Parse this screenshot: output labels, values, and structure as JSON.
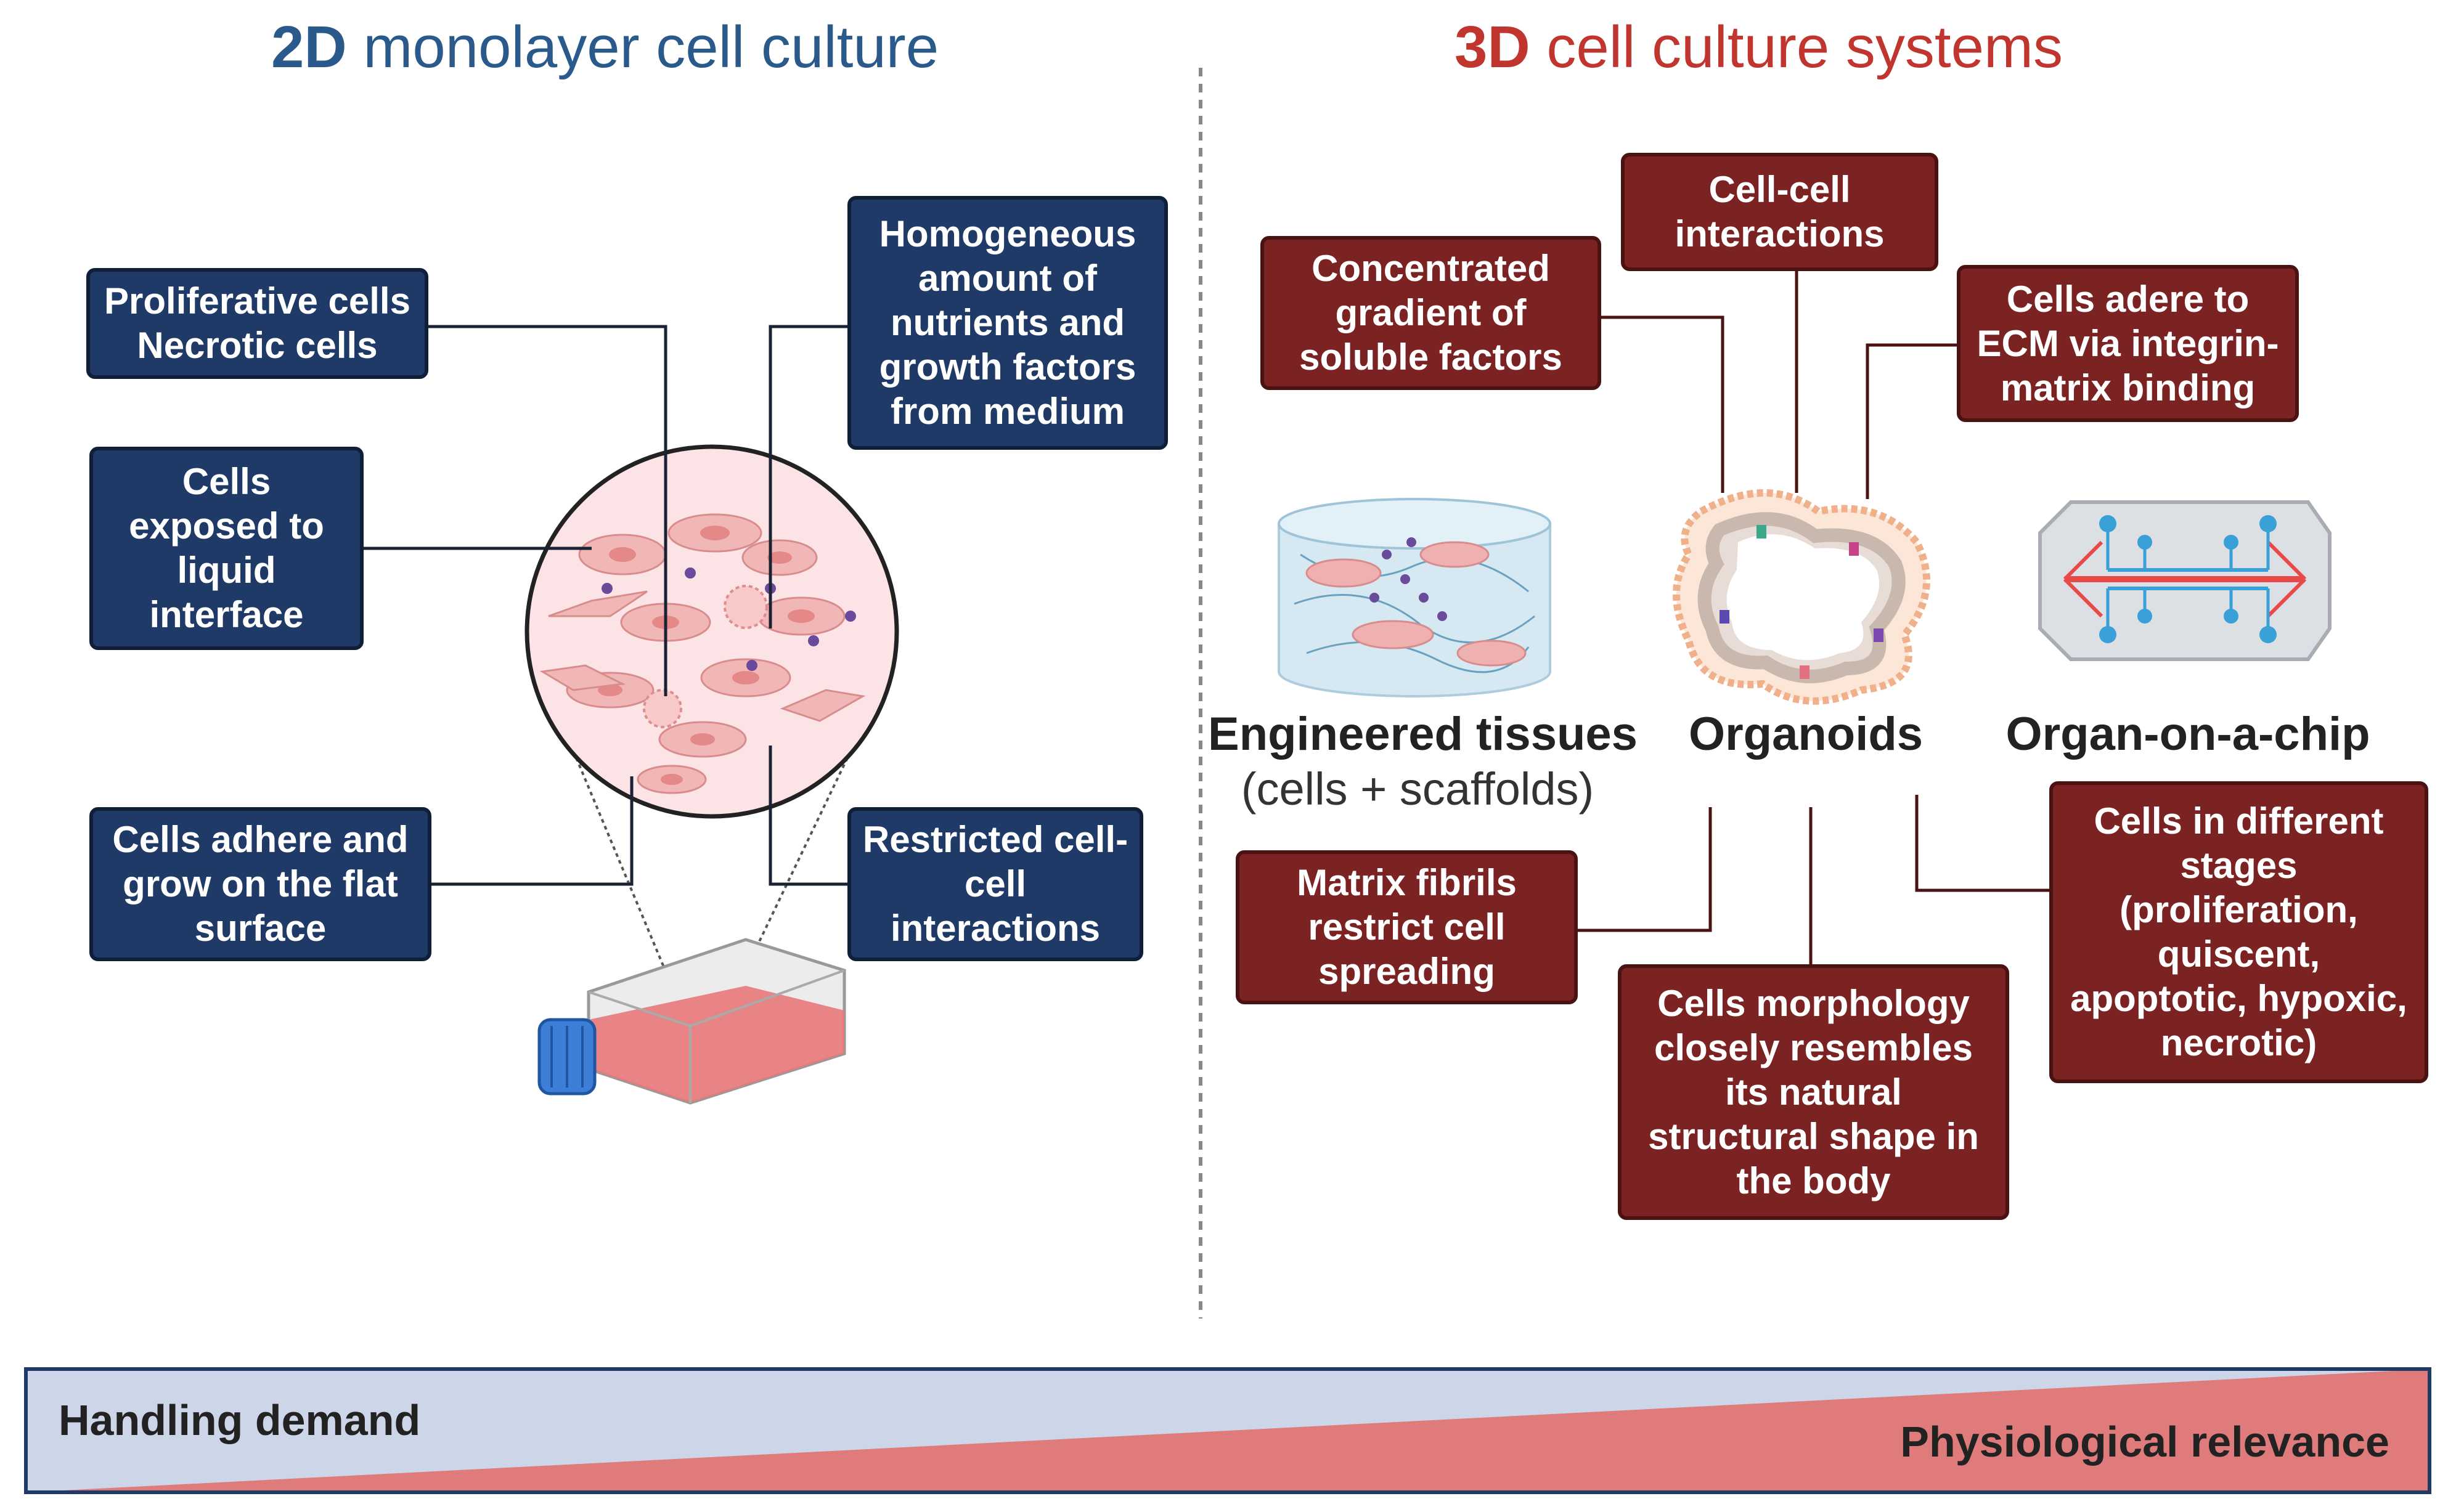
{
  "titles": {
    "left_bold": "2D",
    "left_rest": " monolayer cell culture",
    "right_bold": "3D",
    "right_rest": " cell culture systems"
  },
  "colors": {
    "left_title": "#2a5a8c",
    "right_title": "#c0352e",
    "blue_box": "#1f3a66",
    "red_box": "#7b2323",
    "handling_fill": "#cdd5e8",
    "relevance_fill": "#e07b7b"
  },
  "left_boxes": {
    "proliferative": [
      "Proliferative cells",
      "Necrotic cells"
    ],
    "exposed": [
      "Cells",
      "exposed to",
      "liquid",
      "interface"
    ],
    "adhere": [
      "Cells adhere and",
      "grow on the flat",
      "surface"
    ],
    "homogeneous": [
      "Homogeneous",
      "amount of",
      "nutrients and",
      "growth factors",
      "from medium"
    ],
    "restricted": [
      "Restricted cell-",
      "cell",
      "interactions"
    ]
  },
  "right_boxes": {
    "concentrated": [
      "Concentrated",
      "gradient of",
      "soluble factors"
    ],
    "cellcell": [
      "Cell-cell",
      "interactions"
    ],
    "ecm": [
      "Cells adere to",
      "ECM via integrin-",
      "matrix binding"
    ],
    "matrix": [
      "Matrix fibrils",
      "restrict cell",
      "spreading"
    ],
    "morphology": [
      "Cells morphology",
      "closely resembles",
      "its natural",
      "structural shape in",
      "the body"
    ],
    "stages": [
      "Cells in different",
      "stages",
      "(proliferation,",
      "quiscent,",
      "apoptotic, hypoxic,",
      "necrotic)"
    ]
  },
  "systems": {
    "engineered": "Engineered tissues",
    "engineered_sub": "(cells + scaffolds)",
    "organoids": "Organoids",
    "chip": "Organ-on-a-chip"
  },
  "bar": {
    "handling": "Handling demand",
    "relevance": "Physiological relevance"
  }
}
